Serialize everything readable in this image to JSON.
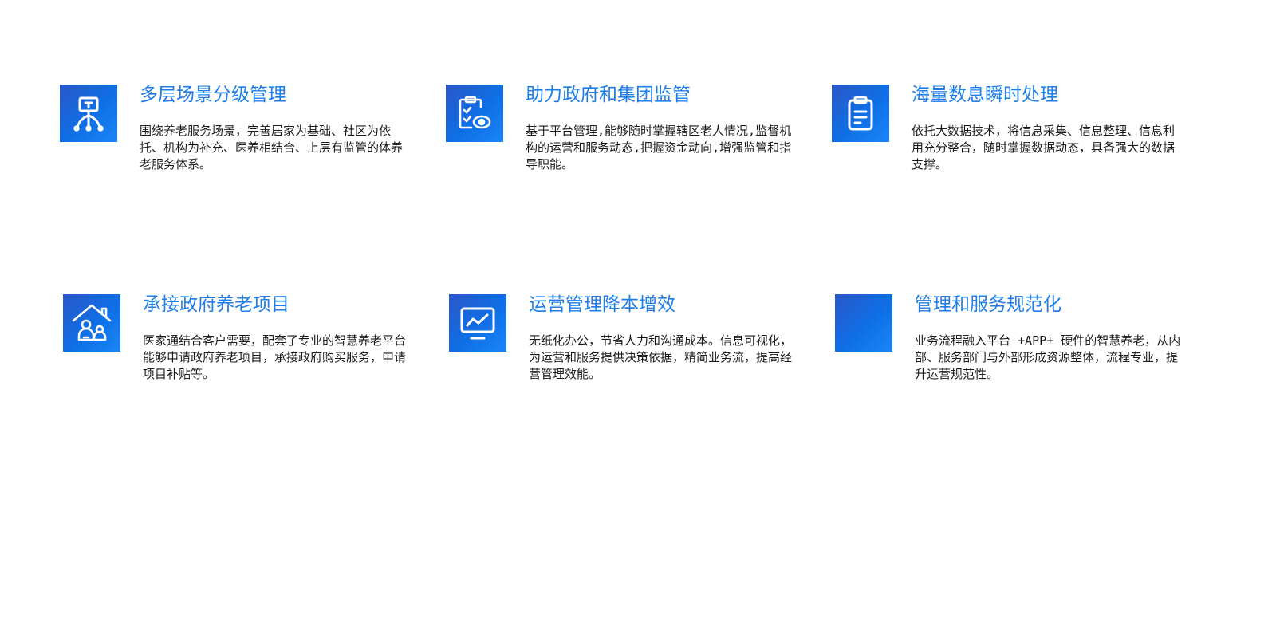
{
  "theme": {
    "accent": "#1f7ee8",
    "icon_gradient_start": "#2a57c8",
    "icon_gradient_end": "#1a86f7",
    "text": "#1a1a1a"
  },
  "features": [
    {
      "icon": "org-chart-icon",
      "title": "多层场景分级管理",
      "desc": "围绕养老服务场景，完善居家为基础、社区为依托、机构为补充、医养相结合、上层有监管的体养老服务体系。"
    },
    {
      "icon": "clipboard-check-eye-icon",
      "title": "助力政府和集团监管",
      "desc": "基于平台管理,能够随时掌握辖区老人情况,监督机构的运营和服务动态,把握资金动向,增强监管和指导职能。"
    },
    {
      "icon": "clipboard-icon",
      "title": "海量数息瞬时处理",
      "desc": "依托大数据技术，将信息采集、信息整理、信息利用充分整合，随时掌握数据动态，具备强大的数据支撑。"
    },
    {
      "icon": "home-people-icon",
      "title": "承接政府养老项目",
      "desc": "医家通结合客户需要，配套了专业的智慧养老平台能够申请政府养老项目，承接政府购买服务，申请项目补贴等。"
    },
    {
      "icon": "monitor-chart-icon",
      "title": "运营管理降本增效",
      "desc": "无纸化办公，节省人力和沟通成本。信息可视化，为运营和服务提供决策依据，精简业务流，提高经营管理效能。"
    },
    {
      "icon": "blank-icon",
      "title": "管理和服务规范化",
      "desc": "业务流程融入平台 +APP+ 硬件的智慧养老，从内部、服务部门与外部形成资源整体，流程专业，提升运营规范性。"
    }
  ]
}
